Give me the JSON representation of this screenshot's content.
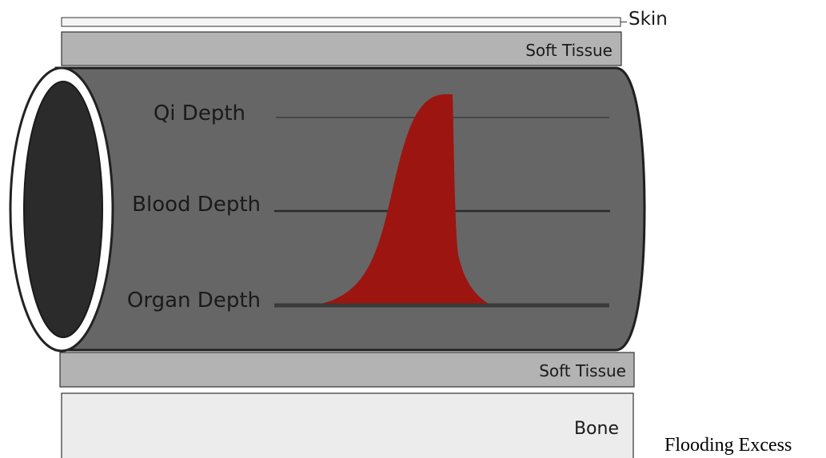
{
  "diagram": {
    "layers": {
      "skin": "Skin",
      "soft_tissue_top": "Soft Tissue",
      "soft_tissue_bottom": "Soft Tissue",
      "bone": "Bone"
    },
    "depth_levels": {
      "qi": "Qi Depth",
      "blood": "Blood Depth",
      "organ": "Organ Depth"
    },
    "caption": "Flooding Excess"
  },
  "colors": {
    "vessel": "#666666",
    "vessel_lumen": "#2b2b2b",
    "pulse_wave": "#9c1510",
    "soft_tissue": "#b3b3b3",
    "bone": "#ececec"
  }
}
